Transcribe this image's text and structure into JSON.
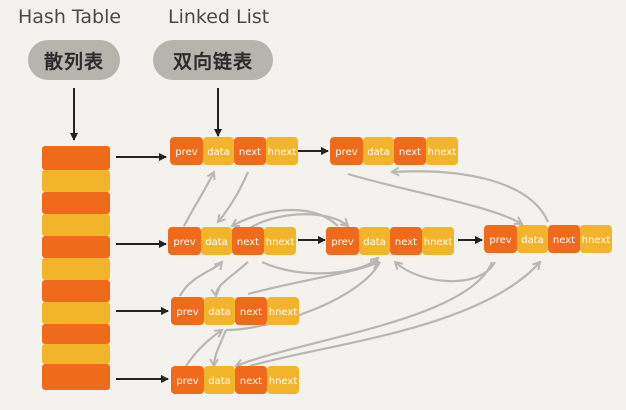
{
  "headers": {
    "hash_table_en": "Hash Table",
    "hash_table_zh": "散列表",
    "linked_list_en": "Linked List",
    "linked_list_zh": "双向链表"
  },
  "fields": [
    "prev",
    "data",
    "next",
    "hnext"
  ],
  "colors": {
    "orange": "#f06a1c",
    "yellow": "#f2b42a",
    "background": "#f3f2ee",
    "pill": "#b6b4ad",
    "curve": "#b9b7b1",
    "arrow": "#222222"
  }
}
